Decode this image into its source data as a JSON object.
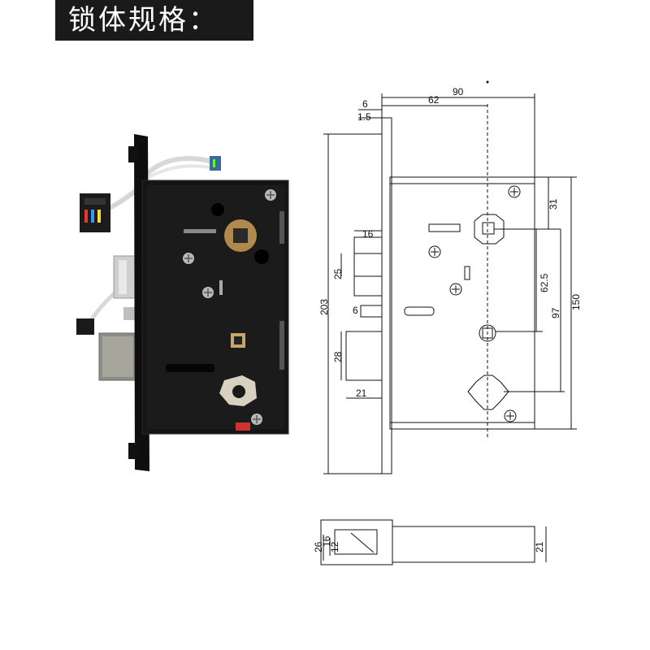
{
  "title": "锁体规格：",
  "colors": {
    "banner": "#1a1a1a",
    "lock_body": "#141414",
    "faceplate": "#0d0d0d",
    "silver": "#c9c9c9",
    "brass": "#b59a6a",
    "drawing_line": "#111111"
  },
  "dimensions": {
    "overall_width": "90",
    "backset": "62",
    "faceplate_offset": "6",
    "faceplate_thickness": "1.5",
    "top_to_spindle": "31",
    "spindle_to_cylinder": "62.5",
    "latch_to_cylinder": "97",
    "body_height": "150",
    "faceplate_height": "203",
    "latch_width": "16",
    "latch_height": "25",
    "guard_bolt": "6",
    "deadbolt_height": "28",
    "deadbolt_throw": "21",
    "bottom_total": "26",
    "bottom_16": "16",
    "bottom_12": "12",
    "bottom_21": "21"
  }
}
